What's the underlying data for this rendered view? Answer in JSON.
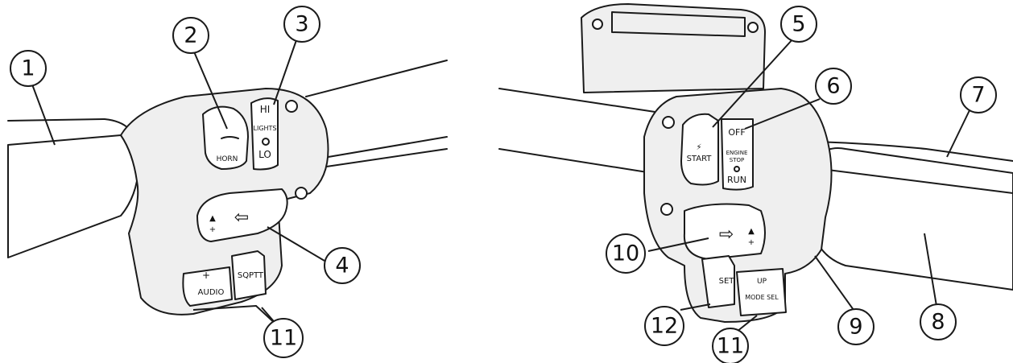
{
  "callouts": [
    {
      "id": "1",
      "label": "1"
    },
    {
      "id": "2",
      "label": "2"
    },
    {
      "id": "3",
      "label": "3"
    },
    {
      "id": "4",
      "label": "4"
    },
    {
      "id": "5",
      "label": "5"
    },
    {
      "id": "6",
      "label": "6"
    },
    {
      "id": "7",
      "label": "7"
    },
    {
      "id": "8",
      "label": "8"
    },
    {
      "id": "9",
      "label": "9"
    },
    {
      "id": "10",
      "label": "10"
    },
    {
      "id": "11a",
      "label": "11"
    },
    {
      "id": "11b",
      "label": "11"
    },
    {
      "id": "12",
      "label": "12"
    }
  ],
  "switch_labels": {
    "horn": "HORN",
    "hi": "HI",
    "lights": "LIGHTS",
    "lo": "LO",
    "audio": "AUDIO",
    "audio_plus": "+",
    "sq": "SQ",
    "ptt": "PTT",
    "start": "START",
    "off": "OFF",
    "engine": "ENGINE",
    "stop": "STOP",
    "run": "RUN",
    "set": "SET",
    "up": "UP",
    "mode_sel": "MODE SEL"
  }
}
